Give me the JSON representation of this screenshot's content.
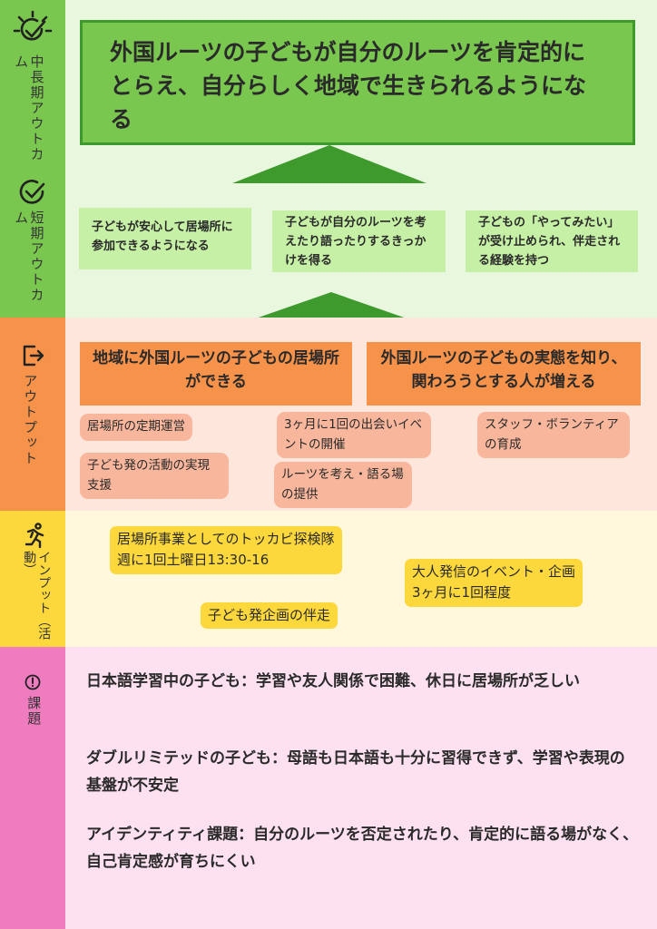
{
  "labels": {
    "mid_outcome": "中長期アウトカム",
    "short_outcome": "短期アウトカム",
    "output": "アウトプット",
    "input": "インプット（活動）",
    "issue": "課題"
  },
  "icons": {
    "mid_outcome": "sun-check-icon",
    "short_outcome": "check-circle-icon",
    "output": "exit-icon",
    "input": "running-person-icon",
    "issue": "alert-circle-icon"
  },
  "colors": {
    "green": "#7ac74f",
    "green_dark": "#3f9a2e",
    "green_light": "#c7f0a7",
    "orange": "#f7924a",
    "salmon": "#f8b79c",
    "yellow": "#fcd83c",
    "pink": "#f07cc0"
  },
  "mid_outcome": {
    "text": "外国ルーツの子どもが自分のルーツを肯定的にとらえ、自分らしく地域で生きられるようになる"
  },
  "short_outcomes": [
    "子どもが安心して居場所に参加できるようになる",
    "子どもが自分のルーツを考えたり語ったりするきっかけを得る",
    "子どもの「やってみたい」が受け止められ、伴走される経験を持つ"
  ],
  "outputs": {
    "heads": [
      "地域に外国ルーツの子どもの居場所ができる",
      "外国ルーツの子どもの実態を知り、関わろうとする人が増える"
    ],
    "items": [
      "居場所の定期運営",
      "子ども発の活動の実現支援",
      "3ヶ月に1回の出会いイベントの開催",
      "ルーツを考え・語る場の提供",
      "スタッフ・ボランティアの育成"
    ]
  },
  "inputs": [
    {
      "line1": "居場所事業としてのトッカビ探検隊",
      "line2": "週に1回土曜日13:30-16"
    },
    {
      "line1": "大人発信のイベント・企画",
      "line2": "3ヶ月に1回程度"
    },
    {
      "line1": "子ども発企画の伴走",
      "line2": ""
    }
  ],
  "issues": [
    "日本語学習中の子ども：学習や友人関係で困難、休日に居場所が乏しい",
    "ダブルリミテッドの子ども：母語も日本語も十分に習得できず、学習や表現の基盤が不安定",
    "アイデンティティ課題：自分のルーツを否定されたり、肯定的に語る場がなく、自己肯定感が育ちにくい"
  ]
}
